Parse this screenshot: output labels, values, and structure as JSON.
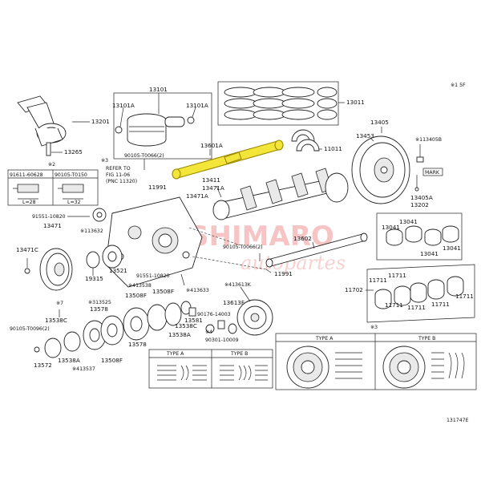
{
  "corner_note": "※1 5F",
  "figure_code": "131747E",
  "watermark": {
    "main": "SHIMARO",
    "sub": "autopartes"
  },
  "type_labels": {
    "left_a": "TYPE A",
    "left_b": "TYPE B",
    "right_a": "TYPE A",
    "right_b": "TYPE B",
    "note_right": "※3"
  },
  "refer_note": {
    "line1": "REFER TO",
    "line2": "FIG 11-06",
    "line3": "(PNC 11320)"
  },
  "mark_label": "MARK",
  "callouts": {
    "c13101": "13101",
    "c13101A_l": "13101A",
    "c13101A_r": "13101A",
    "c13011": "13011",
    "c13201": "13201",
    "c13265": "13265",
    "c2": "※2",
    "c91611": "91611-60628",
    "c90105a": "90105-T0150",
    "cL28": "L=28",
    "cL32": "L=32",
    "c90105b": "90105-T0066(2)",
    "c13601A": "13601A",
    "c11011": "11011",
    "c13405": "13405",
    "c13453": "13453",
    "c13405B": "※113405B",
    "c13411": "13411",
    "c13471A_a": "13471A",
    "c13471A_b": "13471A",
    "c11991a": "11991",
    "c91551a": "91551-10820",
    "c13471": "13471",
    "c13632": "※113632",
    "c13405A": "13405A",
    "c13202": "13202",
    "c13041a": "13041",
    "c13041b": "13041",
    "c13041c": "13041",
    "c13041d": "13041",
    "c13602": "13602",
    "c90105c": "90105-T0066(2)",
    "c11991b": "11991",
    "c13471C": "13471C",
    "c19315": "19315",
    "c13521": "13521",
    "c91551b": "91551-10820",
    "c13633": "※413633",
    "c13538a": "※413538",
    "c13508F_a": "13508F",
    "c13613K": "※413613K",
    "c13525": "※313525",
    "c13578a": "13578",
    "c13613F": "13613F",
    "c11702": "11702",
    "c11711a": "11711",
    "c11711b": "11711",
    "c11711c": "11711",
    "c11711d": "11711",
    "c11711e": "11711",
    "c11711f": "11711",
    "c13508F_b": "13508F",
    "c13581": "13581",
    "c13538C_a": "13538C",
    "c90176": "90176-14003",
    "c13538A_a": "13538A",
    "c4a": "※4",
    "c90301": "90301-10009",
    "c13578b": "13578",
    "c4b": "※7",
    "c13538C_b": "13538C",
    "c90105d": "90105-T0096(2)",
    "c13572": "13572",
    "c13538A_b": "13538A",
    "c13537": "※413537",
    "c13508F_c": "13508F",
    "c3": "※3"
  }
}
